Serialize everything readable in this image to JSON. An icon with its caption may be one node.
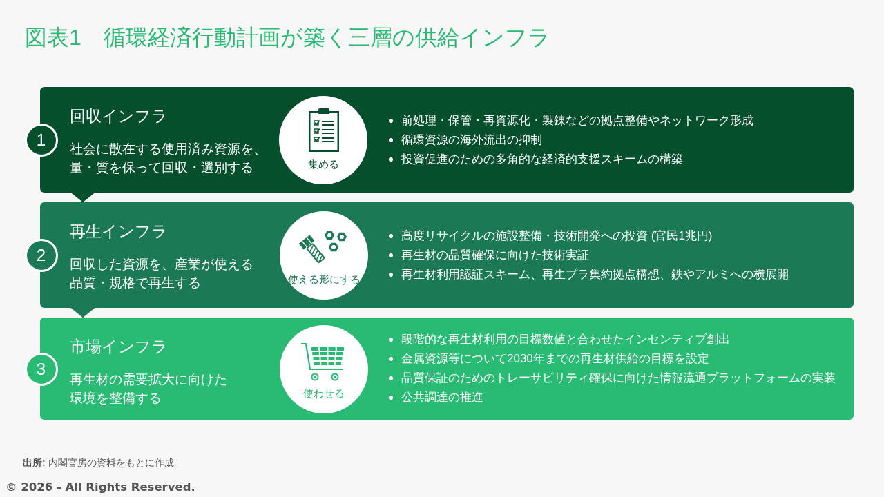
{
  "diagram": {
    "title": "図表1　循環経済行動計画が築く三層の供給インフラ",
    "nodes": [
      {
        "text": [
          "回収インフラ",
          "社会に散在する使用済み資源を、量・質を保って回収・選別する",
          "前処理・保管・再資源化・製錬などの拠点整備やネットワーク形成",
          "循環資源の海外流出の抑制",
          "投資促進のための多角的な経済的支援スキームの構築"
        ]
      },
      {
        "text": [
          "1"
        ]
      },
      {
        "text": [
          "集める"
        ],
        "in": 0
      },
      {
        "text": [
          "再生インフラ",
          "回収した資源を、産業が使える品質・規格で再生する",
          "高度リサイクルの施設整備・技術開発への投資 (官民1兆円)",
          "再生材の品質確保に向けた技術実証",
          "再生材利用認証スキーム、再生プラ集約拠点構想、鉄やアルミへの横展開"
        ]
      },
      {
        "text": [
          "2"
        ]
      },
      {
        "text": [
          "使える形にする"
        ],
        "in": 3
      },
      {
        "text": [
          "市場インフラ",
          "再生材の需要拡大に向けた環境を整備する",
          "段階的な再生材利用の目標数値と合わせたインセンティブ創出",
          "金属資源等について2030年までの再生材供給の目標を設定",
          "品質保証のためのトレーサビリティ確保に向けた情報流通プラットフォームの実装",
          "公共調達の推進"
        ]
      },
      {
        "text": [
          "3"
        ]
      },
      {
        "text": [
          "使わせる"
        ],
        "in": 6
      }
    ],
    "edges": [
      {
        "from": 0,
        "to": 3,
        "arrow": "to"
      },
      {
        "from": 3,
        "to": 6,
        "arrow": "to"
      }
    ],
    "labels": [
      "**出所:** 内閣官房の資料をもとに作成",
      "© 2026 - All Rights Reserved."
    ]
  }
}
